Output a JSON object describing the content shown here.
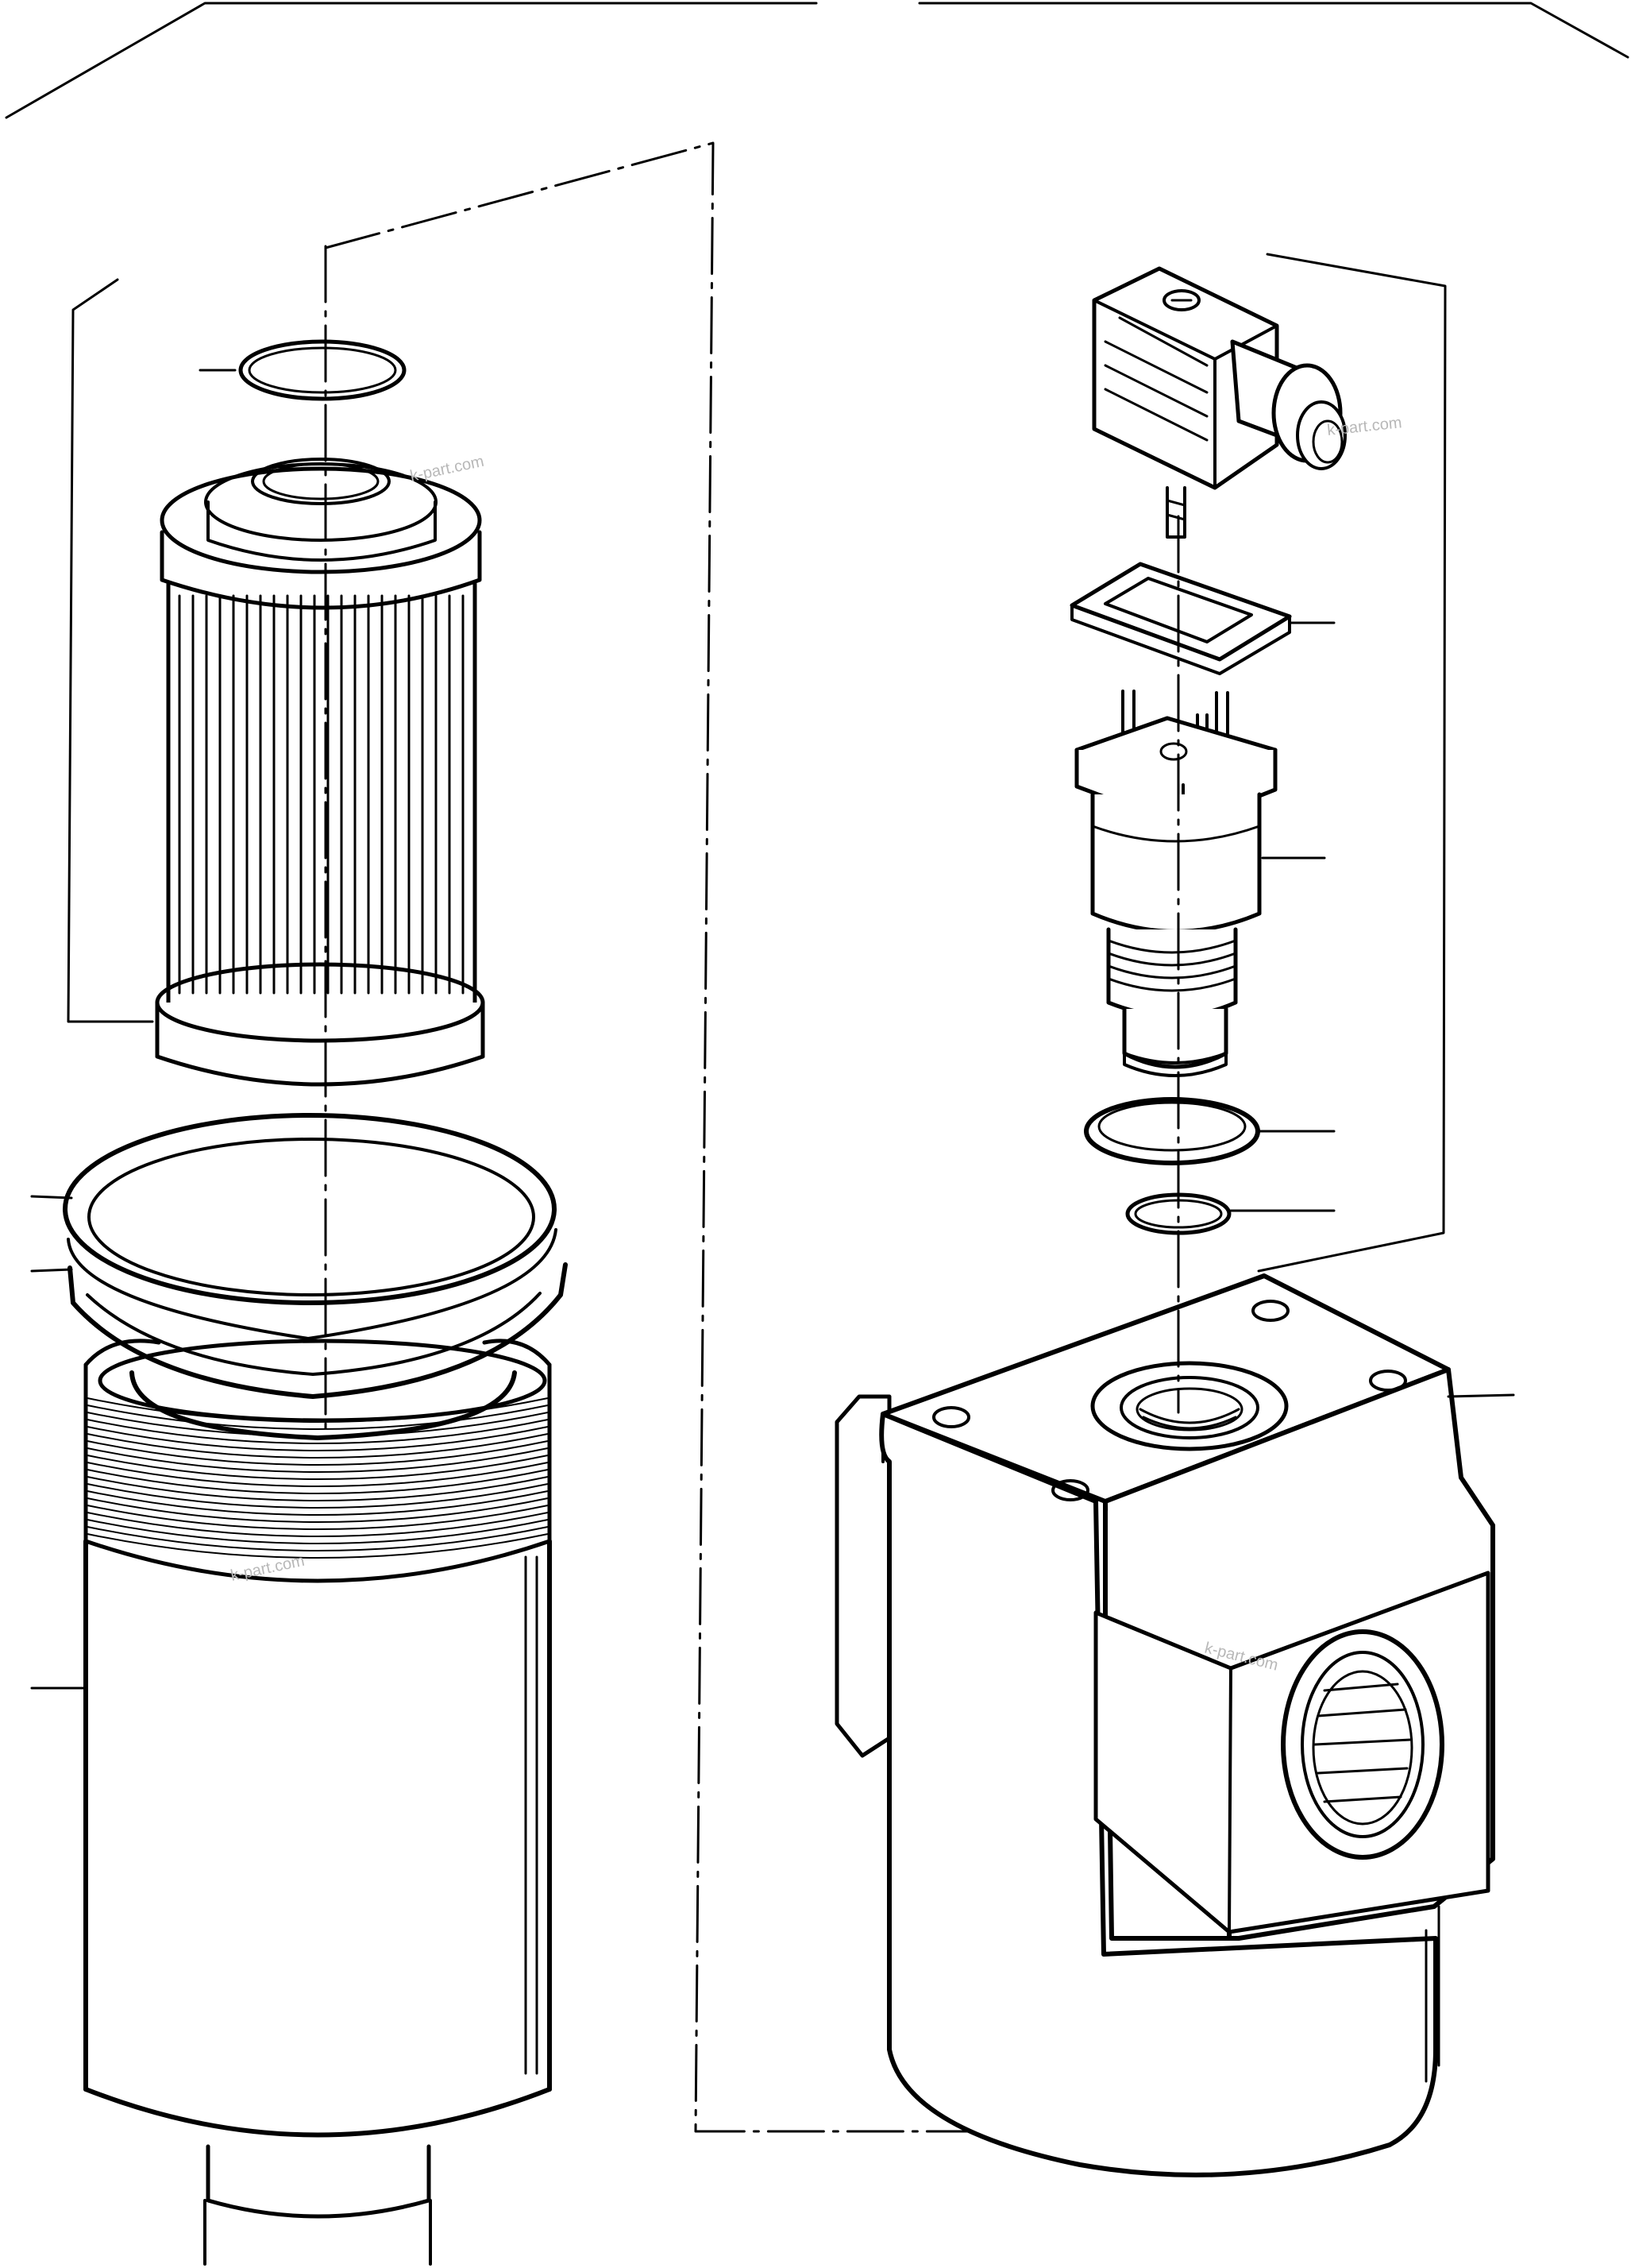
{
  "watermarks": {
    "wm1": "k-part.com",
    "wm2": "k-part.com",
    "wm3": "k-part.com",
    "wm4": "k-part.com"
  },
  "colors": {
    "line": "#000000",
    "background": "#ffffff",
    "watermark": "#b8b8b8"
  }
}
